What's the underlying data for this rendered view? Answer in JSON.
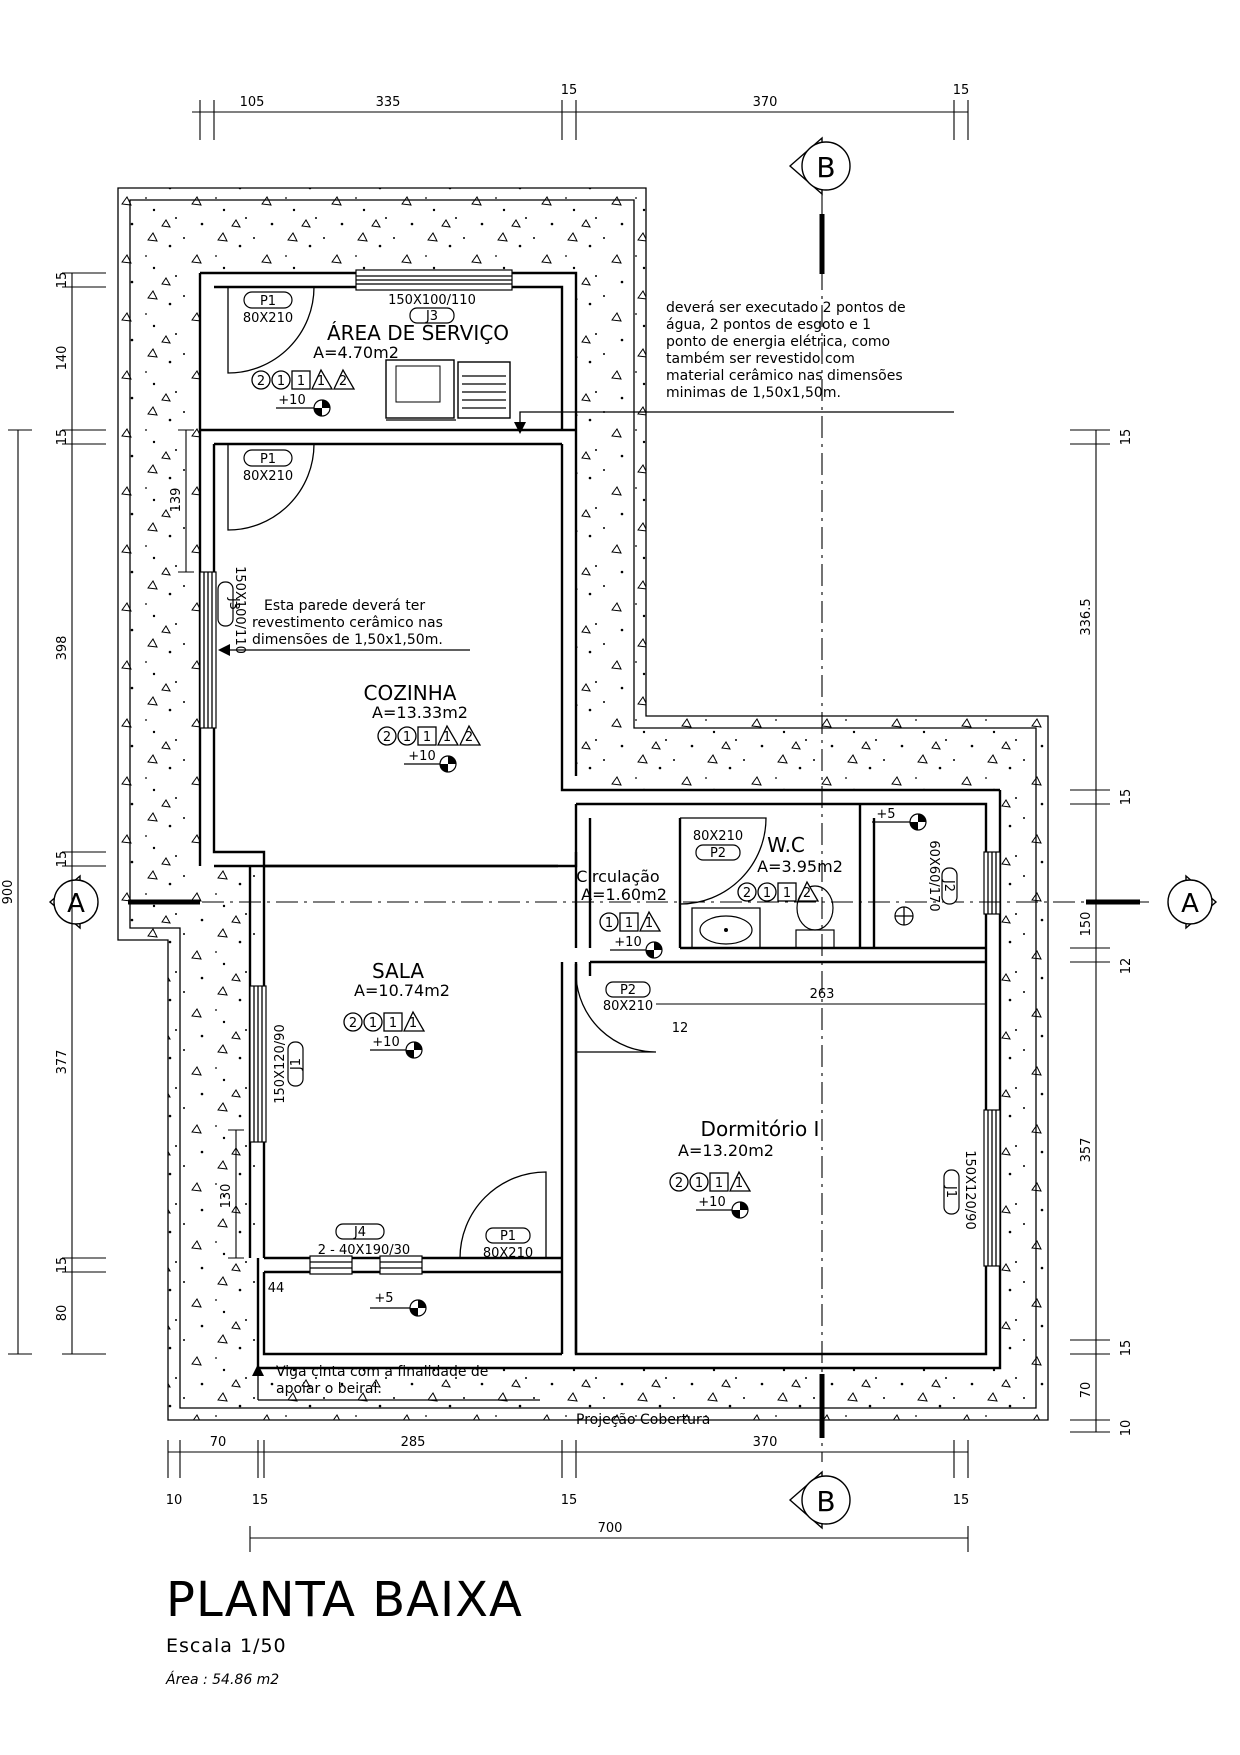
{
  "title": {
    "main": "PLANTA BAIXA",
    "scale": "Escala 1/50",
    "area": "Área : 54.86 m2"
  },
  "section_marks": {
    "a": "A",
    "b": "B"
  },
  "dims": {
    "top": [
      "105",
      "335",
      "15",
      "370",
      "15"
    ],
    "bottom": [
      "70",
      "285",
      "370"
    ],
    "bottom_small": [
      "10",
      "15",
      "15",
      "15"
    ],
    "overall_width": "700",
    "left": [
      "15",
      "140",
      "15",
      "398",
      "15",
      "377",
      "15",
      "80"
    ],
    "left_total": "900",
    "right": [
      "15",
      "336.5",
      "15",
      "150",
      "12",
      "357",
      "15",
      "70",
      "10"
    ],
    "interior": {
      "kitchen_window": "139",
      "living_window": "130",
      "bedroom_width": "263",
      "bedroom_small": "12",
      "porch": "44"
    }
  },
  "rooms": {
    "servico": {
      "name": "ÁREA DE SERVIÇO",
      "area": "A=4.70m2",
      "codes": [
        "2",
        "1",
        "1",
        "1",
        "2"
      ],
      "level": "+10"
    },
    "cozinha": {
      "name": "COZINHA",
      "area": "A=13.33m2",
      "codes": [
        "2",
        "1",
        "1",
        "1",
        "2"
      ],
      "level": "+10"
    },
    "circulacao": {
      "name": "Circulação",
      "area": "A=1.60m2",
      "codes": [
        "1",
        "1",
        "1"
      ],
      "level": "+10"
    },
    "wc": {
      "name": "W.C",
      "area": "A=3.95m2",
      "codes": [
        "2",
        "1",
        "1",
        "2"
      ],
      "level": "+5"
    },
    "sala": {
      "name": "SALA",
      "area": "A=10.74m2",
      "codes": [
        "2",
        "1",
        "1",
        "1"
      ],
      "level": "+10"
    },
    "dormitorio": {
      "name": "Dormitório I",
      "area": "A=13.20m2",
      "codes": [
        "2",
        "1",
        "1",
        "1"
      ],
      "level": "+10"
    },
    "varanda": {
      "level": "+5"
    }
  },
  "doors": {
    "p1_servico": {
      "tag": "P1",
      "size": "80X210"
    },
    "p1_cozinha": {
      "tag": "P1",
      "size": "80X210"
    },
    "p1_sala": {
      "tag": "P1",
      "size": "80X210"
    },
    "p2_wc": {
      "tag": "P2",
      "size": "80X210"
    },
    "p2_dorm": {
      "tag": "P2",
      "size": "80X210"
    }
  },
  "windows": {
    "j3_servico": {
      "tag": "J3",
      "size": "150X100/110"
    },
    "j3_cozinha": {
      "tag": "J3",
      "size": "150X100/110"
    },
    "j2_wc": {
      "tag": "J2",
      "size": "60X60/170"
    },
    "j1_sala": {
      "tag": "J1",
      "size": "150X120/90"
    },
    "j1_dorm": {
      "tag": "J1",
      "size": "150X120/90"
    },
    "j4_sala": {
      "tag": "J4",
      "size": "2 - 40X190/30"
    }
  },
  "notes": {
    "servico": [
      "deverá ser executado 2 pontos de",
      "água, 2 pontos de esgoto e 1",
      "ponto de energia elétrica, como",
      "também ser revestido com",
      "material cerâmico nas dimensões",
      "minimas de 1,50x1,50m."
    ],
    "cozinha": [
      "Esta parede deverá ter",
      "revestimento cerâmico nas",
      "dimensões de 1,50x1,50m."
    ],
    "viga": [
      "Viga cinta com a finalidade de",
      "apoiar o beiral."
    ],
    "cobertura": "Projeção Cobertura"
  }
}
